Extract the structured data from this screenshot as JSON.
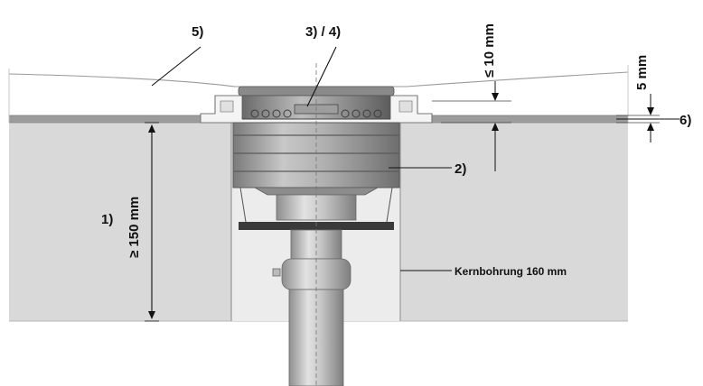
{
  "diagram": {
    "labels": {
      "l1": "1)",
      "l2": "2)",
      "l34": "3) / 4)",
      "l5": "5)",
      "l6": "6)",
      "dim_height": "≥ 150 mm",
      "dim_gap": "≤ 10 mm",
      "dim_layer": "5 mm",
      "core_drill": "Kernbohrung 160 mm"
    },
    "colors": {
      "slab": "#d8d8d8",
      "slab_edge": "#a8a8a8",
      "bore": "#eaeaea",
      "covering": "#9b9b9b",
      "pipe": "#bdbdbd",
      "dark": "#3a3a3a"
    }
  }
}
